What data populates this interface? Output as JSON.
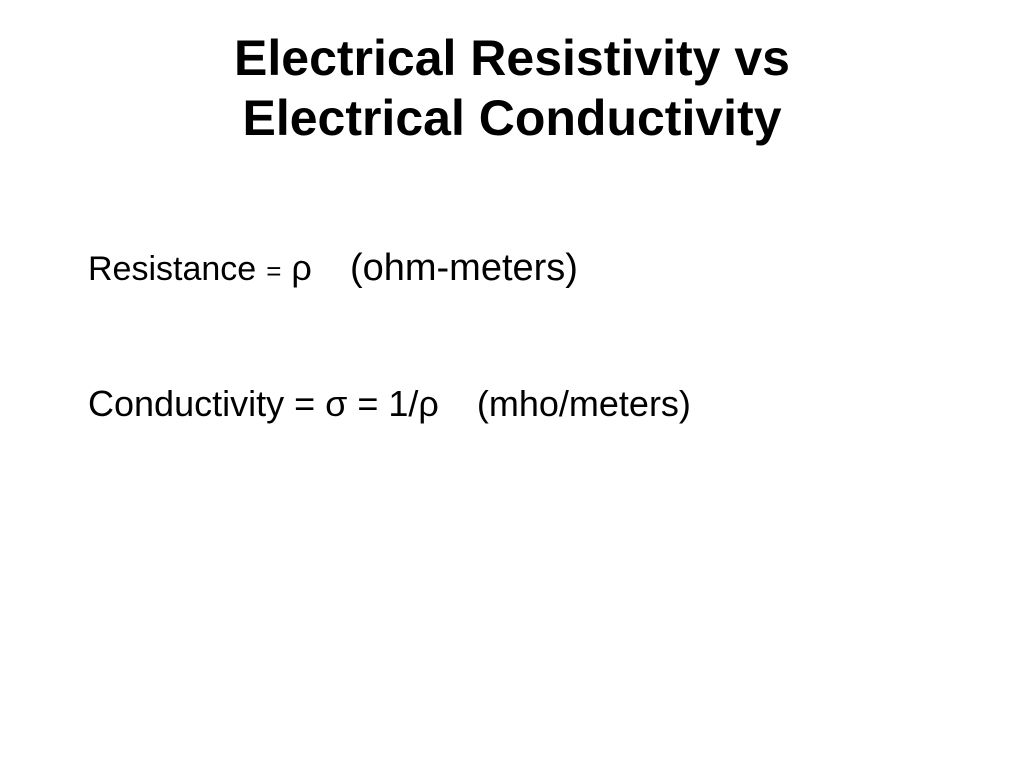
{
  "slide": {
    "title_line_1": "Electrical Resistivity vs",
    "title_line_2": "Electrical Conductivity",
    "resistance": {
      "label": "Resistance",
      "equals": "=",
      "symbol": "ρ",
      "units": "(ohm-meters)"
    },
    "conductivity": {
      "text": "Conductivity = σ = 1/ρ",
      "units": "(mho/meters)"
    }
  }
}
